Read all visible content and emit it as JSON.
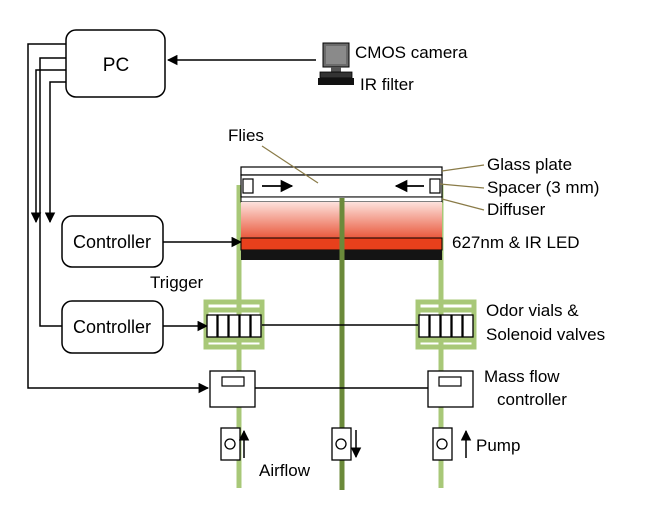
{
  "pc": {
    "label": "PC"
  },
  "controllers": [
    {
      "label": "Controller"
    },
    {
      "label": "Controller"
    }
  ],
  "labels": {
    "camera": "CMOS camera",
    "ir_filter": "IR filter",
    "flies": "Flies",
    "glass_plate": "Glass plate",
    "spacer": "Spacer (3 mm)",
    "diffuser": "Diffuser",
    "led": "627nm & IR LED",
    "trigger": "Trigger",
    "odor_line1": "Odor vials &",
    "odor_line2": "Solenoid valves",
    "mfc_line1": "Mass flow",
    "mfc_line2": "controller",
    "pump": "Pump",
    "airflow": "Airflow"
  },
  "colors": {
    "tube": "#a8c878",
    "tube_dark": "#5e7a34",
    "led_red": "#e8401c",
    "led_black": "#141414",
    "arena_gradient_top": "#f8b8b0",
    "arena_gradient_bottom": "#e74a2e"
  }
}
